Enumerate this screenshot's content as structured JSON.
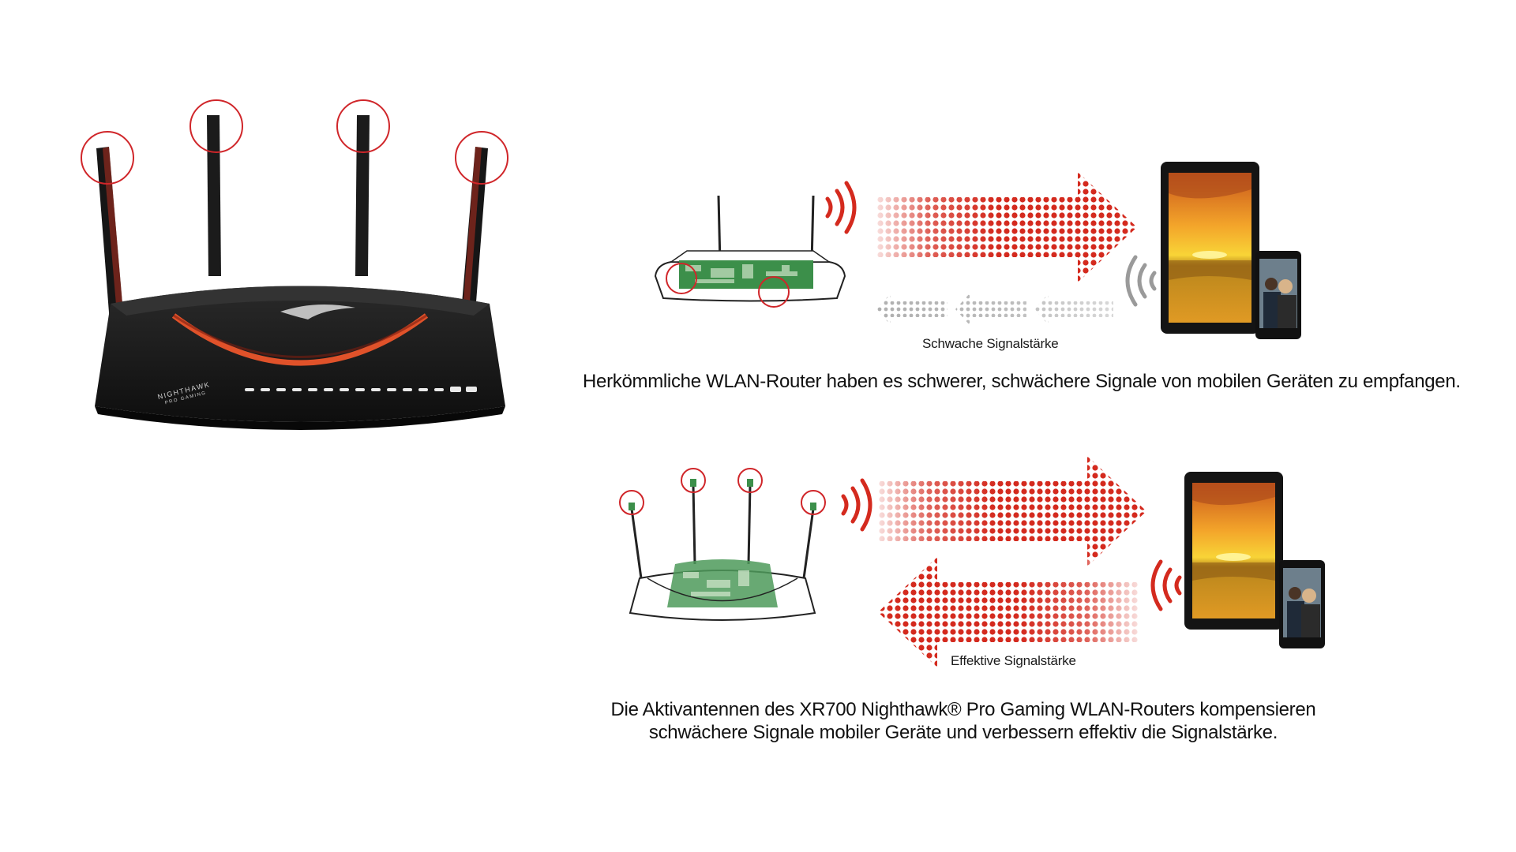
{
  "hero_router": {
    "brand_lines": [
      "NIGHTHAWK",
      "PRO GAMING"
    ],
    "accent_color": "#d9381e"
  },
  "top_panel": {
    "signal_label": "Schwache Signalstärke",
    "caption": "Herkömmliche WLAN-Router haben es schwerer, schwächere Signale von mobilen Geräten zu empfangen."
  },
  "bottom_panel": {
    "signal_label": "Effektive Signalstärke",
    "caption_lines": [
      "Die Aktivantennen des XR700 Nighthawk® Pro Gaming WLAN-Routers kompensieren",
      "schwächere Signale mobiler Geräte und verbessern effektiv die Signalstärke."
    ]
  },
  "colors": {
    "signal_red": "#d42a1e",
    "signal_gray": "#a8a8a8",
    "highlight_circle": "#d0262a",
    "router_body": "#1c1c1c"
  },
  "icons": [
    "router-icon",
    "wifi-waves-icon",
    "tablet-icon",
    "phone-icon",
    "arrow-icon"
  ]
}
